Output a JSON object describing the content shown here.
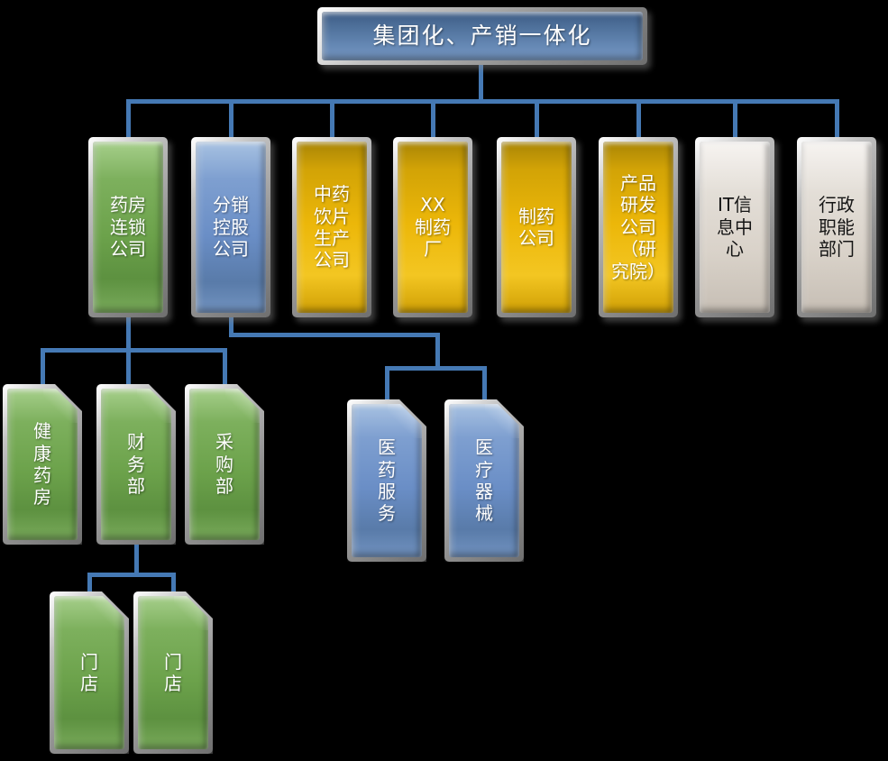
{
  "diagram": {
    "type": "org-chart",
    "connector_color": "#4579b4",
    "background": "#000000",
    "palette": {
      "banner_blue": "#5c7fae",
      "green": "#76a857",
      "blue": "#6b91c7",
      "gold": "#ecb709",
      "gray": "#ddd6cf"
    },
    "root": {
      "label": "集团化、产销一体化",
      "color": "banner_blue"
    },
    "level2": [
      {
        "id": "pharmacy-chain-company",
        "label": "药房\n连锁\n公司",
        "color": "green"
      },
      {
        "id": "distribution-holding-company",
        "label": "分销\n控股\n公司",
        "color": "blue"
      },
      {
        "id": "tcm-decoction-pieces-company",
        "label": "中药\n饮片\n生产\n公司",
        "color": "gold"
      },
      {
        "id": "xx-pharmaceutical-factory",
        "label": "XX\n制药\n厂",
        "color": "gold"
      },
      {
        "id": "pharmaceutical-company",
        "label": "制药\n公司",
        "color": "gold"
      },
      {
        "id": "product-rnd-company",
        "label": "产品\n研发\n公司\n（研\n究院）",
        "color": "gold"
      },
      {
        "id": "it-information-center",
        "label": "IT信\n息中\n心",
        "color": "gray"
      },
      {
        "id": "admin-function-dept",
        "label": "行政\n职能\n部门",
        "color": "gray"
      }
    ],
    "pharmacy_chain_children": [
      {
        "id": "health-pharmacy",
        "label": "健\n康\n药\n房",
        "color": "green"
      },
      {
        "id": "finance-dept",
        "label": "财\n务\n部",
        "color": "green"
      },
      {
        "id": "procurement-dept",
        "label": "采\n购\n部",
        "color": "green"
      }
    ],
    "distribution_children": [
      {
        "id": "medical-services",
        "label": "医\n药\n服\n务",
        "color": "blue"
      },
      {
        "id": "medical-devices",
        "label": "医\n疗\n器\n械",
        "color": "blue"
      }
    ],
    "finance_children": [
      {
        "id": "store-1",
        "label": "门\n店",
        "color": "green"
      },
      {
        "id": "store-2",
        "label": "门\n店",
        "color": "green"
      }
    ],
    "edges": [
      "root -> all level2 nodes",
      "pharmacy-chain-company -> health-pharmacy, finance-dept, procurement-dept",
      "distribution-holding-company -> medical-services, medical-devices",
      "finance-dept -> store-1, store-2"
    ]
  }
}
